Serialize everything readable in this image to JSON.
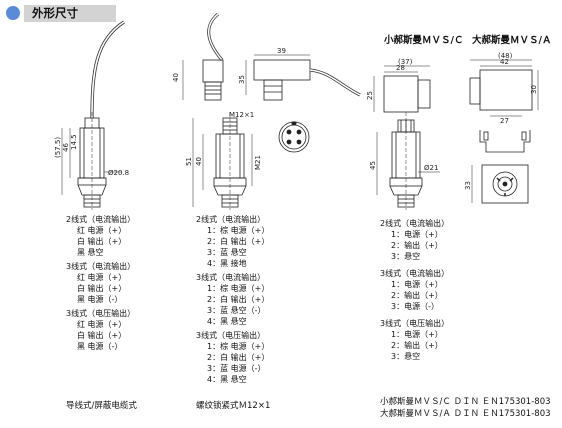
{
  "header": {
    "title": "外形尺寸"
  },
  "columns": [
    {
      "groups": [
        {
          "title": "2线式（电流输出）",
          "lines": [
            "红 电源（+）",
            "白 输出（+）",
            "黑 悬空"
          ]
        },
        {
          "title": "3线式（电流输出）",
          "lines": [
            "红 电源（+）",
            "白 输出（+）",
            "黑 电源（-）"
          ]
        },
        {
          "title": "3线式（电压输出）",
          "lines": [
            "红 电源（+）",
            "白 输出（+）",
            "黑 电源（-）"
          ]
        }
      ],
      "caption": "导线式/屏蔽电缆式"
    },
    {
      "groups": [
        {
          "title": "2线式（电流输出）",
          "lines": [
            "1：棕 电源（+）",
            "2：白 输出（+）",
            "3：蓝 悬空",
            "4：黑 接地"
          ]
        },
        {
          "title": "3线式（电流输出）",
          "lines": [
            "1：棕 电源（+）",
            "2：白 输出（+）",
            "3：蓝 悬空（-）",
            "4：黑 悬空"
          ]
        },
        {
          "title": "3线式（电压输出）",
          "lines": [
            "1：棕 电源（+）",
            "2：白 输出（+）",
            "3：蓝 电源（-）",
            "4：黑 悬空"
          ]
        }
      ],
      "caption": "螺纹锁紧式Ｍ12×1"
    },
    {
      "groups": [
        {
          "title": "2线式（电流输出）",
          "lines": [
            "1：电源（+）",
            "2：输出（+）",
            "3：悬空"
          ]
        },
        {
          "title": "3线式（电流输出）",
          "lines": [
            "1：电源（+）",
            "2：输出（+）",
            "3：电源（-）"
          ]
        },
        {
          "title": "3线式（电压输出）",
          "lines": [
            "1：电源（+）",
            "2：输出（+）",
            "3：悬空"
          ]
        }
      ],
      "caption_lines": [
        "小郝斯曼ＭＶＳ/Ｃ ＤＩＮ ＥＮ175301-803",
        "大郝斯曼ＭＶＳ/Ａ ＤＩＮ ＥＮ175301-803"
      ]
    }
  ],
  "connector_titles": {
    "small": "小郝斯曼ＭＶＳ/Ｃ",
    "large": "大郝斯曼ＭＶＳ/Ａ"
  },
  "dimensions": {
    "cable_length": "(57.5)",
    "cable_a": "46",
    "cable_b": "14.5",
    "cable_dia": "Ø20.8",
    "m12_angle_h": "40",
    "m12_angle_w": "39",
    "m12_angle_h2": "35",
    "m12_thread": "M12×1",
    "m12_total": "51",
    "m12_body": "40",
    "m12_side": "M21",
    "small_top": "(37)",
    "small_w": "28",
    "small_h": "25",
    "small_side": "45",
    "small_dia": "Ø21",
    "large_top": "(48)",
    "large_w": "42",
    "large_h": "30",
    "large_w2": "27",
    "large_pin": "33"
  }
}
